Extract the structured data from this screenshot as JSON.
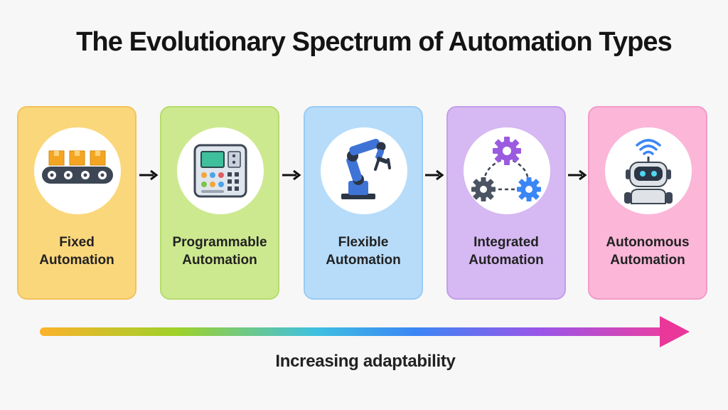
{
  "title": "The Evolutionary Spectrum of Automation Types",
  "stages": [
    {
      "line1": "Fixed",
      "line2": "Automation",
      "icon": "conveyor-belt-icon",
      "bg": "#fbd77c",
      "border": "#f2c35a"
    },
    {
      "line1": "Programmable",
      "line2": "Automation",
      "icon": "control-panel-icon",
      "bg": "#cde98f",
      "border": "#b6dc6a"
    },
    {
      "line1": "Flexible",
      "line2": "Automation",
      "icon": "robotic-arm-icon",
      "bg": "#b7dcfa",
      "border": "#9acbf3"
    },
    {
      "line1": "Integrated",
      "line2": "Automation",
      "icon": "connected-gears-icon",
      "bg": "#d6b8f3",
      "border": "#c39eea"
    },
    {
      "line1": "Autonomous",
      "line2": "Automation",
      "icon": "wireless-robot-icon",
      "bg": "#fbb6d8",
      "border": "#f49ac7"
    }
  ],
  "caption": "Increasing adaptability",
  "colors": {
    "gradient": [
      "#fbb22a",
      "#9ed12a",
      "#3fc0e0",
      "#3b86f5",
      "#9a55e8",
      "#ea3fa4"
    ],
    "arrowhead": "#e9379a"
  }
}
